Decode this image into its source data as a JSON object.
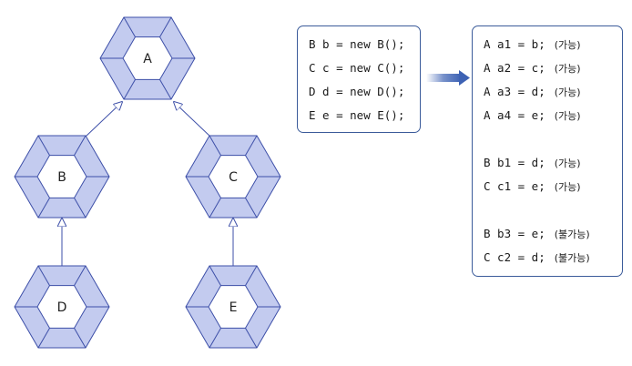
{
  "nodes": {
    "A": "A",
    "B": "B",
    "C": "C",
    "D": "D",
    "E": "E"
  },
  "colors": {
    "hex_fill": "#c3cbef",
    "hex_stroke": "#3d4fa8",
    "arrow": "#3d4fa8",
    "box_border": "#3b5b9a",
    "transition_arrow": "#3d62b4"
  },
  "declarations": [
    "B b = new B();",
    "C c = new C();",
    "D d = new D();",
    "E e = new E();"
  ],
  "assignments": {
    "group1": [
      {
        "code": "A a1 = b;",
        "note": "(가능)"
      },
      {
        "code": "A a2 = c;",
        "note": "(가능)"
      },
      {
        "code": "A a3 = d;",
        "note": "(가능)"
      },
      {
        "code": "A a4 = e;",
        "note": "(가능)"
      }
    ],
    "group2": [
      {
        "code": "B b1 = d;",
        "note": "(가능)"
      },
      {
        "code": "C c1 = e;",
        "note": "(가능)"
      }
    ],
    "group3": [
      {
        "code": "B b3 = e;",
        "note": "(불가능)"
      },
      {
        "code": "C c2 = d;",
        "note": "(불가능)"
      }
    ]
  }
}
